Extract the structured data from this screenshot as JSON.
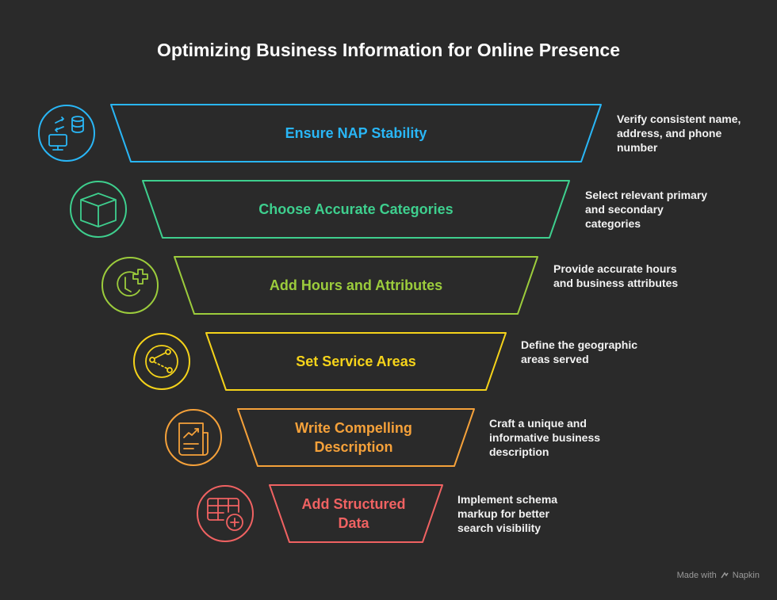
{
  "title": "Optimizing Business Information for Online Presence",
  "stages": [
    {
      "label": "Ensure NAP Stability",
      "description": "Verify consistent name, address, and phone number",
      "color": "#29b6f6",
      "icon": "computer-database-sync-icon"
    },
    {
      "label": "Choose Accurate Categories",
      "description": "Select relevant primary and secondary categories",
      "color": "#3ecf8e",
      "icon": "cube-icon"
    },
    {
      "label": "Add Hours and Attributes",
      "description": "Provide accurate hours and business attributes",
      "color": "#9ccc3c",
      "icon": "clock-plus-icon"
    },
    {
      "label": "Set Service Areas",
      "description": "Define the geographic areas served",
      "color": "#f5d31a",
      "icon": "map-route-icon"
    },
    {
      "label": "Write Compelling Description",
      "description": "Craft a unique and informative business description",
      "color": "#f5a13a",
      "icon": "chart-document-icon"
    },
    {
      "label": "Add Structured Data",
      "description": "Implement schema markup for better search visibility",
      "color": "#f06262",
      "icon": "table-add-icon"
    }
  ],
  "footer": {
    "made_with": "Made with",
    "brand": "Napkin"
  }
}
